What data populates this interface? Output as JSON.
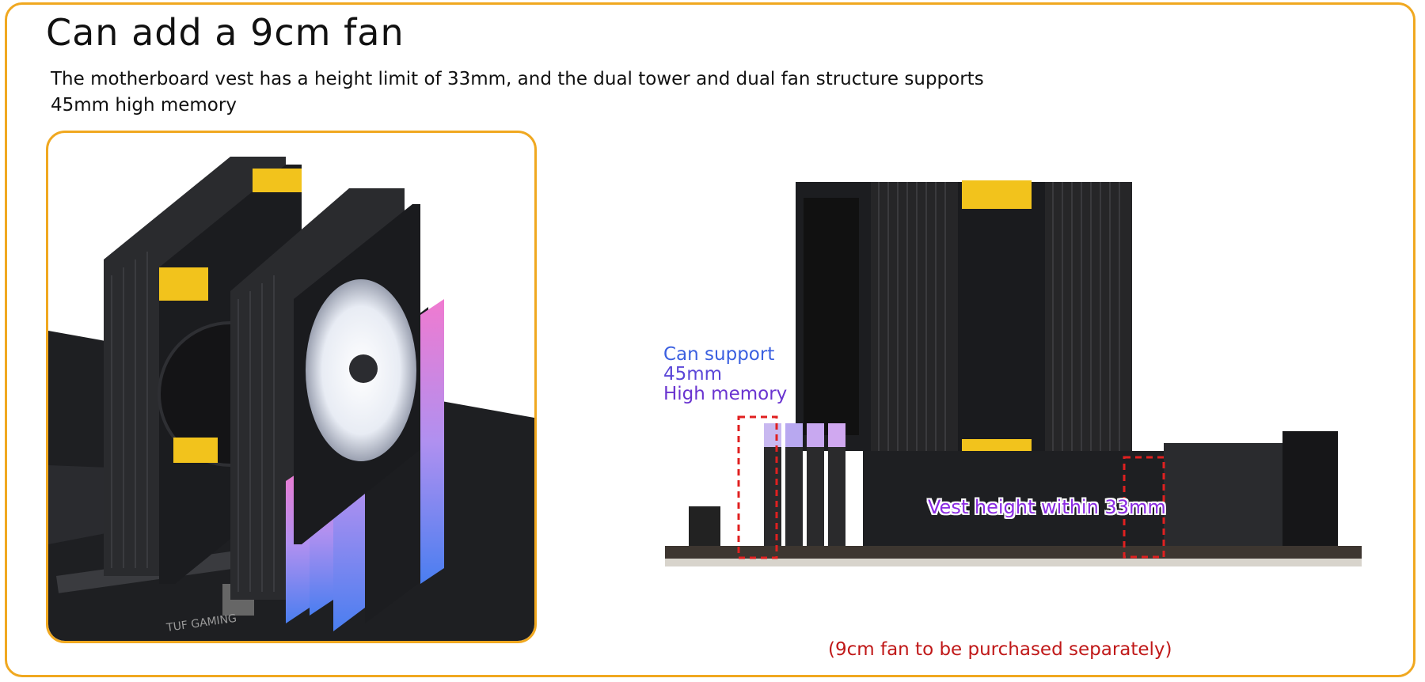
{
  "heading": {
    "title": "Can add a 9cm fan",
    "subtitle": "The motherboard vest has a height limit of 33mm, and the dual tower and dual fan structure supports 45mm high memory"
  },
  "annotations": {
    "support_line1": "Can support",
    "support_line2": "45mm",
    "support_line3": "High memory",
    "vest_height": "Vest height within 33mm",
    "fan_note": "(9cm fan to be purchased separately)"
  },
  "colors": {
    "frame_border": "#f0a820",
    "accent_yellow": "#f2c31c",
    "support_text": "#4a52dc",
    "vest_text": "#8a2be2",
    "note_text": "#c01818",
    "dashed_box": "#e02020"
  }
}
